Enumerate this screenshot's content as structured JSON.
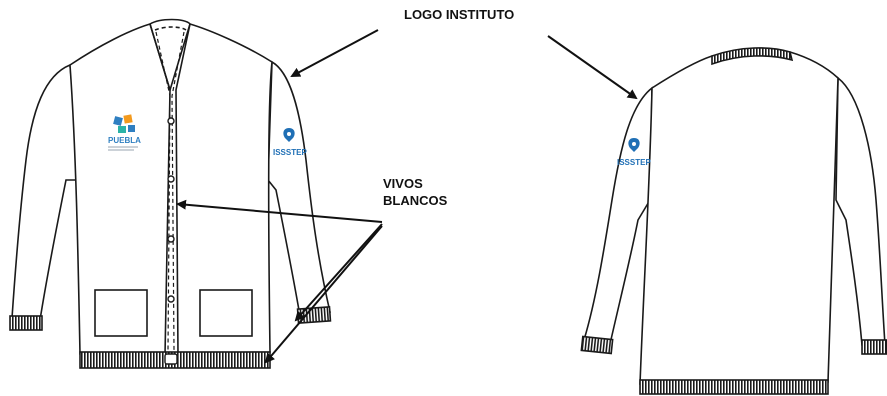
{
  "labels": {
    "logo_instituto": "LOGO INSTITUTO",
    "vivos_line1": "VIVOS",
    "vivos_line2": "BLANCOS"
  },
  "logos": {
    "puebla_text": "PUEBLA",
    "issstep_text": "ISSSTEP"
  },
  "colors": {
    "outline": "#1a1a1a",
    "puebla_blue": "#2f7fc1",
    "puebla_orange": "#f39a1e",
    "puebla_teal": "#2bb3a6",
    "issstep_blue": "#1f6fb5"
  }
}
